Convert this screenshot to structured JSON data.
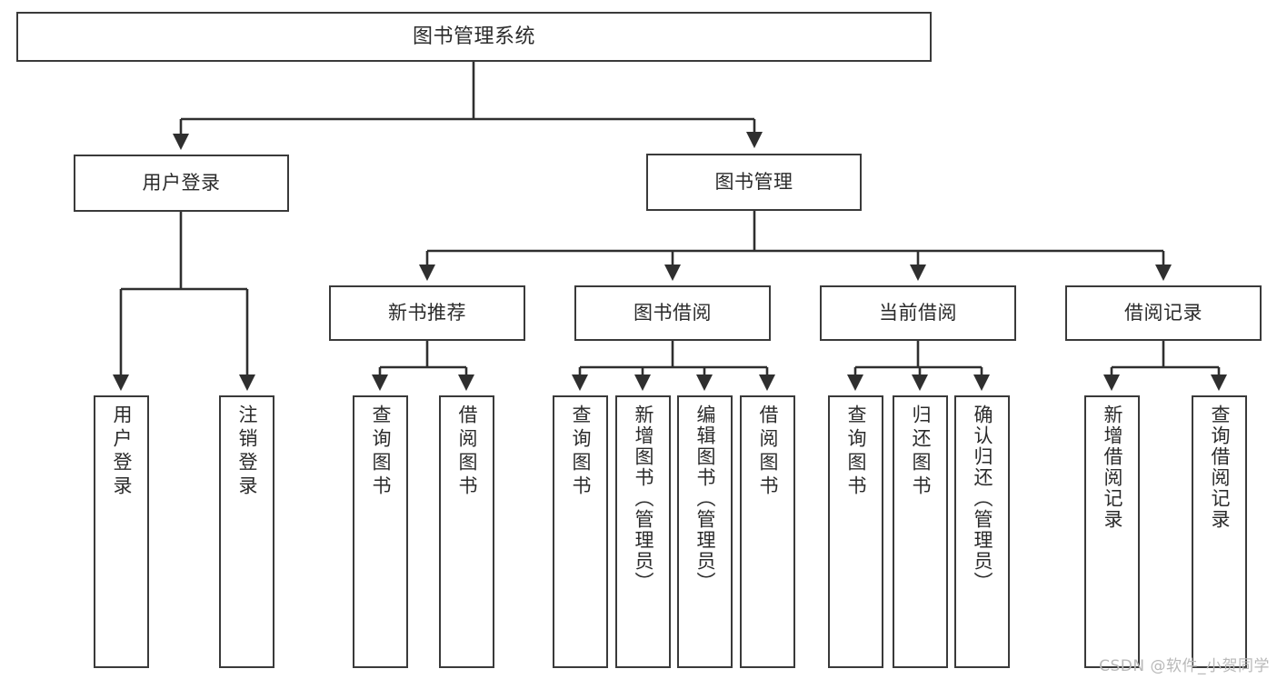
{
  "diagram": {
    "title": "图书管理系统",
    "type": "tree",
    "watermark": "CSDN @软件_小贺同学",
    "theme": {
      "box_border": "#3a3a3a",
      "box_fill": "#ffffff",
      "edge_color": "#2f2f2f",
      "text_color": "#2b2b2b",
      "watermark_color": "#b9b9b9",
      "background": "#ffffff"
    },
    "nodes": {
      "root": {
        "label": "图书管理系统"
      },
      "level2": [
        {
          "id": "user-login",
          "label": "用户登录"
        },
        {
          "id": "book-manage",
          "label": "图书管理"
        }
      ],
      "level3": [
        {
          "id": "new-book-rec",
          "label": "新书推荐"
        },
        {
          "id": "book-borrow",
          "label": "图书借阅"
        },
        {
          "id": "current-borrow",
          "label": "当前借阅"
        },
        {
          "id": "borrow-record",
          "label": "借阅记录"
        }
      ],
      "leaves": {
        "user-login": [
          {
            "id": "leaf-user-login",
            "label": "用户登录"
          },
          {
            "id": "leaf-user-logout",
            "label": "注销登录"
          }
        ],
        "new-book-rec": [
          {
            "id": "leaf-query-book-1",
            "label": "查询图书"
          },
          {
            "id": "leaf-borrow-book-1",
            "label": "借阅图书"
          }
        ],
        "book-borrow": [
          {
            "id": "leaf-query-book-2",
            "label": "查询图书"
          },
          {
            "id": "leaf-add-book",
            "label": "新增图书（管理员）"
          },
          {
            "id": "leaf-edit-book",
            "label": "编辑图书（管理员）"
          },
          {
            "id": "leaf-borrow-book-2",
            "label": "借阅图书"
          }
        ],
        "current-borrow": [
          {
            "id": "leaf-query-book-3",
            "label": "查询图书"
          },
          {
            "id": "leaf-return-book",
            "label": "归还图书"
          },
          {
            "id": "leaf-confirm-return",
            "label": "确认归还（管理员）"
          }
        ],
        "borrow-record": [
          {
            "id": "leaf-add-record",
            "label": "新增借阅记录"
          },
          {
            "id": "leaf-query-record",
            "label": "查询借阅记录"
          }
        ]
      }
    }
  }
}
